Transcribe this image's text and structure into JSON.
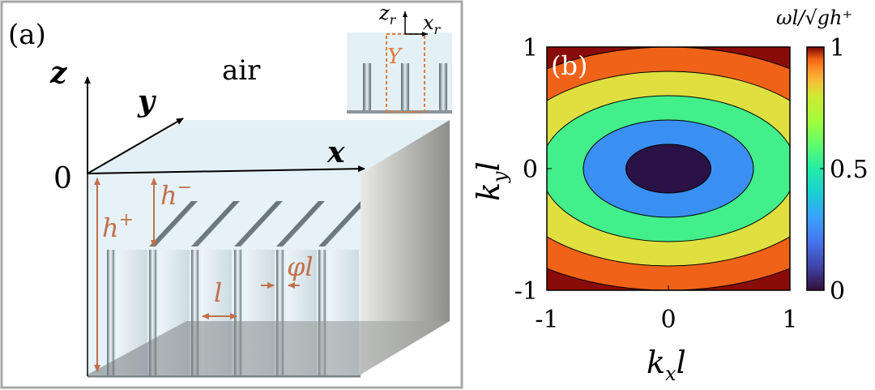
{
  "panel_a": {
    "label": "(a)",
    "medium_label": "air",
    "origin_label": "0",
    "axis_z": "z",
    "axis_y": "y",
    "axis_x": "x",
    "h_plus": {
      "base": "h",
      "sup": "+"
    },
    "h_minus": {
      "base": "h",
      "sup": "−"
    },
    "spacing_label": "l",
    "thickness_label": "φl",
    "inset": {
      "z_base": "z",
      "z_sub": "r",
      "x_base": "x",
      "x_sub": "r",
      "cell_label": "Y"
    },
    "colors": {
      "water": "#e3f1f7",
      "dimension": "#c0704a",
      "frame": "#9a9a9a",
      "inset_box": "#e07a3c"
    }
  },
  "panel_b": {
    "label": "(b)",
    "xlabel": {
      "base": "k",
      "sub": "x",
      "tail": "l"
    },
    "ylabel": {
      "base": "k",
      "sub": "y",
      "tail": "l"
    },
    "colorbar_title": "ωl/√gh⁺",
    "colorbar_ticks": [
      "0",
      "0.5",
      "1"
    ],
    "x_ticks": [
      "-1",
      "0",
      "1"
    ],
    "y_ticks": [
      "-1",
      "0",
      "1"
    ]
  },
  "chart_data": {
    "type": "heatmap",
    "subtype": "filled-contour",
    "x_range": [
      -1,
      1
    ],
    "y_range": [
      -1,
      1
    ],
    "color_range": [
      0,
      1
    ],
    "levels": [
      0,
      0.2,
      0.4,
      0.6,
      0.8,
      1.0
    ],
    "contour_semi_axes": [
      {
        "level": 0.2,
        "rx": 0.35,
        "ry": 0.2
      },
      {
        "level": 0.4,
        "rx": 0.7,
        "ry": 0.4
      },
      {
        "level": 0.6,
        "rx": 1.05,
        "ry": 0.6
      },
      {
        "level": 0.8,
        "rx": 1.4,
        "ry": 0.8
      },
      {
        "level": 1.0,
        "rx": 1.75,
        "ry": 1.0
      }
    ],
    "band_colors": [
      "#2a1146",
      "#3a90f2",
      "#42ef8a",
      "#dfe040",
      "#f06218",
      "#8a0c08"
    ]
  }
}
